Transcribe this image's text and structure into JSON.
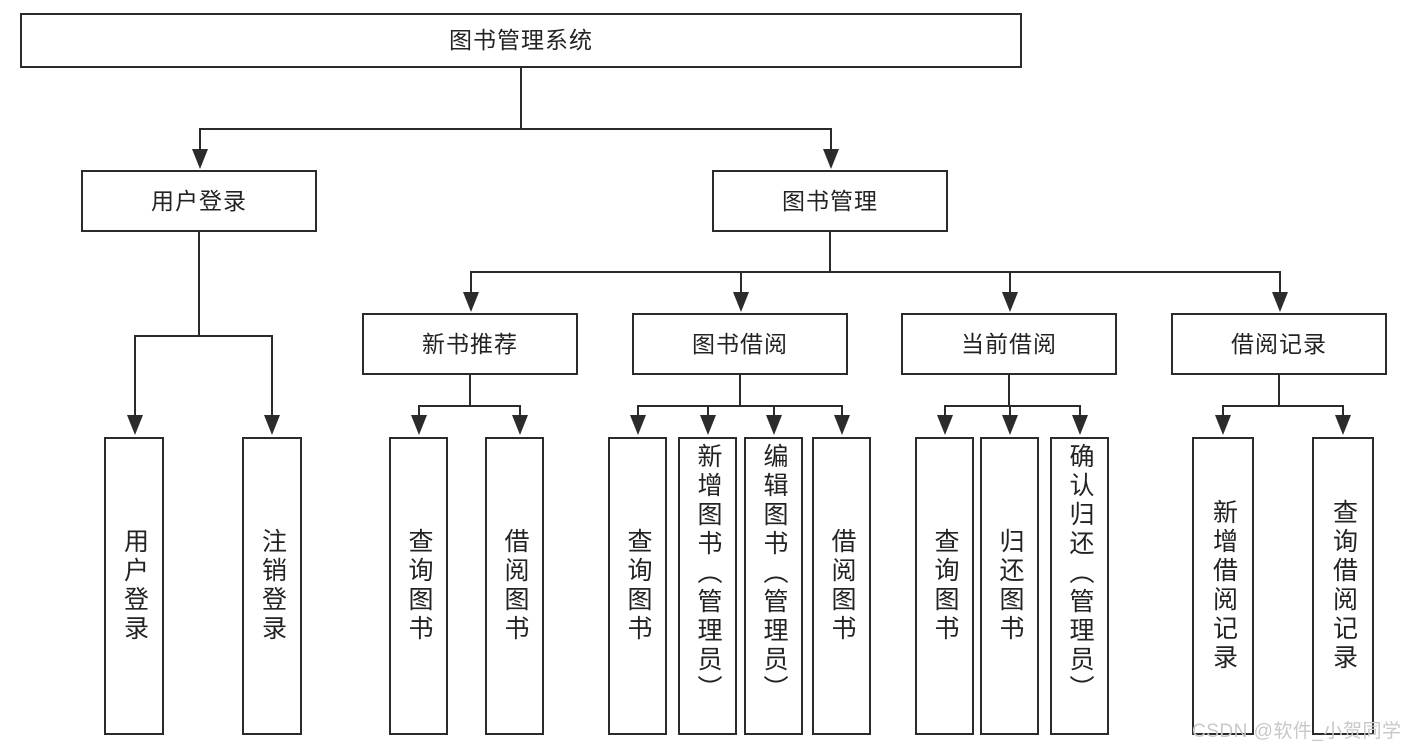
{
  "diagram": {
    "title": "图书管理系统",
    "type": "tree-hierarchy-diagram",
    "colors": {
      "stroke": "#2b2b2b",
      "fill": "#ffffff",
      "text": "#232323",
      "watermark": "#c8c8c8"
    },
    "levels": {
      "root": {
        "label": "图书管理系统"
      },
      "level2": [
        {
          "label": "用户登录"
        },
        {
          "label": "图书管理"
        }
      ],
      "level3": [
        {
          "label": "新书推荐"
        },
        {
          "label": "图书借阅"
        },
        {
          "label": "当前借阅"
        },
        {
          "label": "借阅记录"
        }
      ],
      "leaves": {
        "user_login": [
          {
            "label": "用户登录"
          },
          {
            "label": "注销登录"
          }
        ],
        "new_book_recommend": [
          {
            "label": "查询图书"
          },
          {
            "label": "借阅图书"
          }
        ],
        "book_borrow": [
          {
            "label": "查询图书"
          },
          {
            "label": "新增图书（管理员）"
          },
          {
            "label": "编辑图书（管理员）"
          },
          {
            "label": "借阅图书"
          }
        ],
        "current_borrow": [
          {
            "label": "查询图书"
          },
          {
            "label": "归还图书"
          },
          {
            "label": "确认归还（管理员）"
          }
        ],
        "borrow_record": [
          {
            "label": "新增借阅记录"
          },
          {
            "label": "查询借阅记录"
          }
        ]
      }
    }
  },
  "watermark": {
    "text": "CSDN @软件_小贺同学"
  }
}
